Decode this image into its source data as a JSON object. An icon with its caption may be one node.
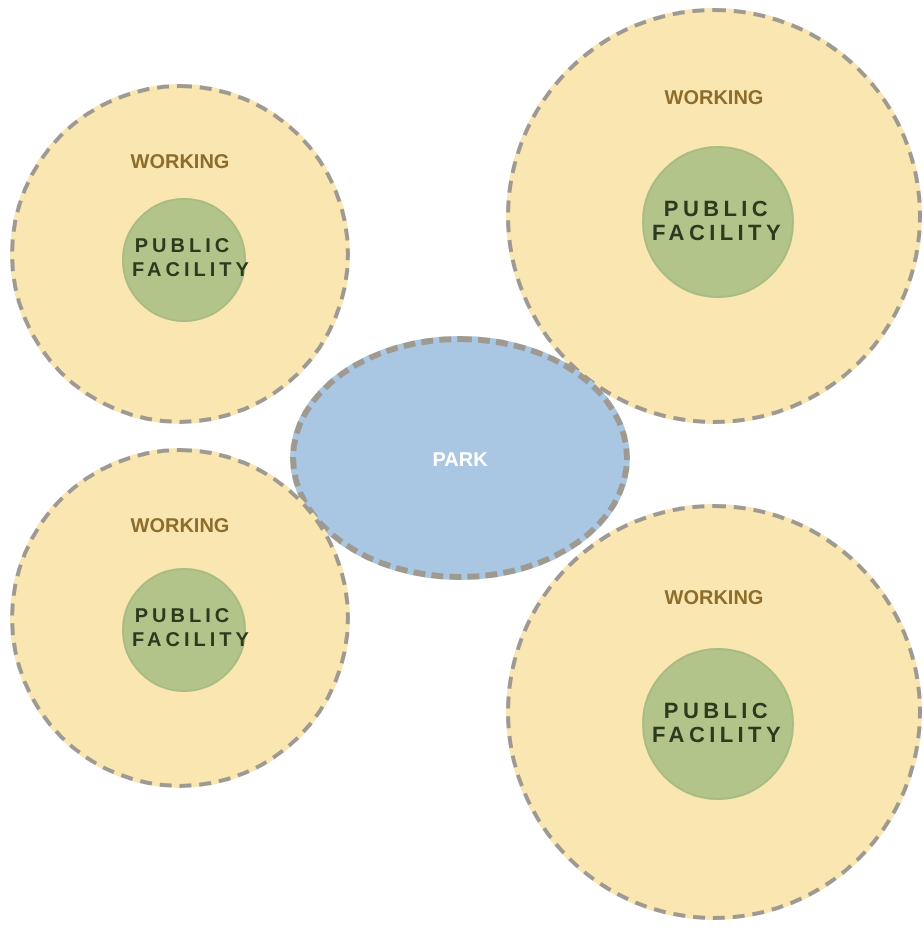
{
  "diagram": {
    "nodes": [
      {
        "text": [
          "WORKING"
        ]
      },
      {
        "text": [
          "PUBLIC FACILITY"
        ],
        "in": 0
      },
      {
        "text": [
          "WORKING"
        ]
      },
      {
        "text": [
          "PUBLIC FACILITY"
        ],
        "in": 2
      },
      {
        "text": [
          "PARK"
        ]
      },
      {
        "text": [
          "WORKING"
        ]
      },
      {
        "text": [
          "PUBLIC FACILITY"
        ],
        "in": 5
      },
      {
        "text": [
          "WORKING"
        ]
      },
      {
        "text": [
          "PUBLIC FACILITY"
        ],
        "in": 7
      }
    ]
  }
}
